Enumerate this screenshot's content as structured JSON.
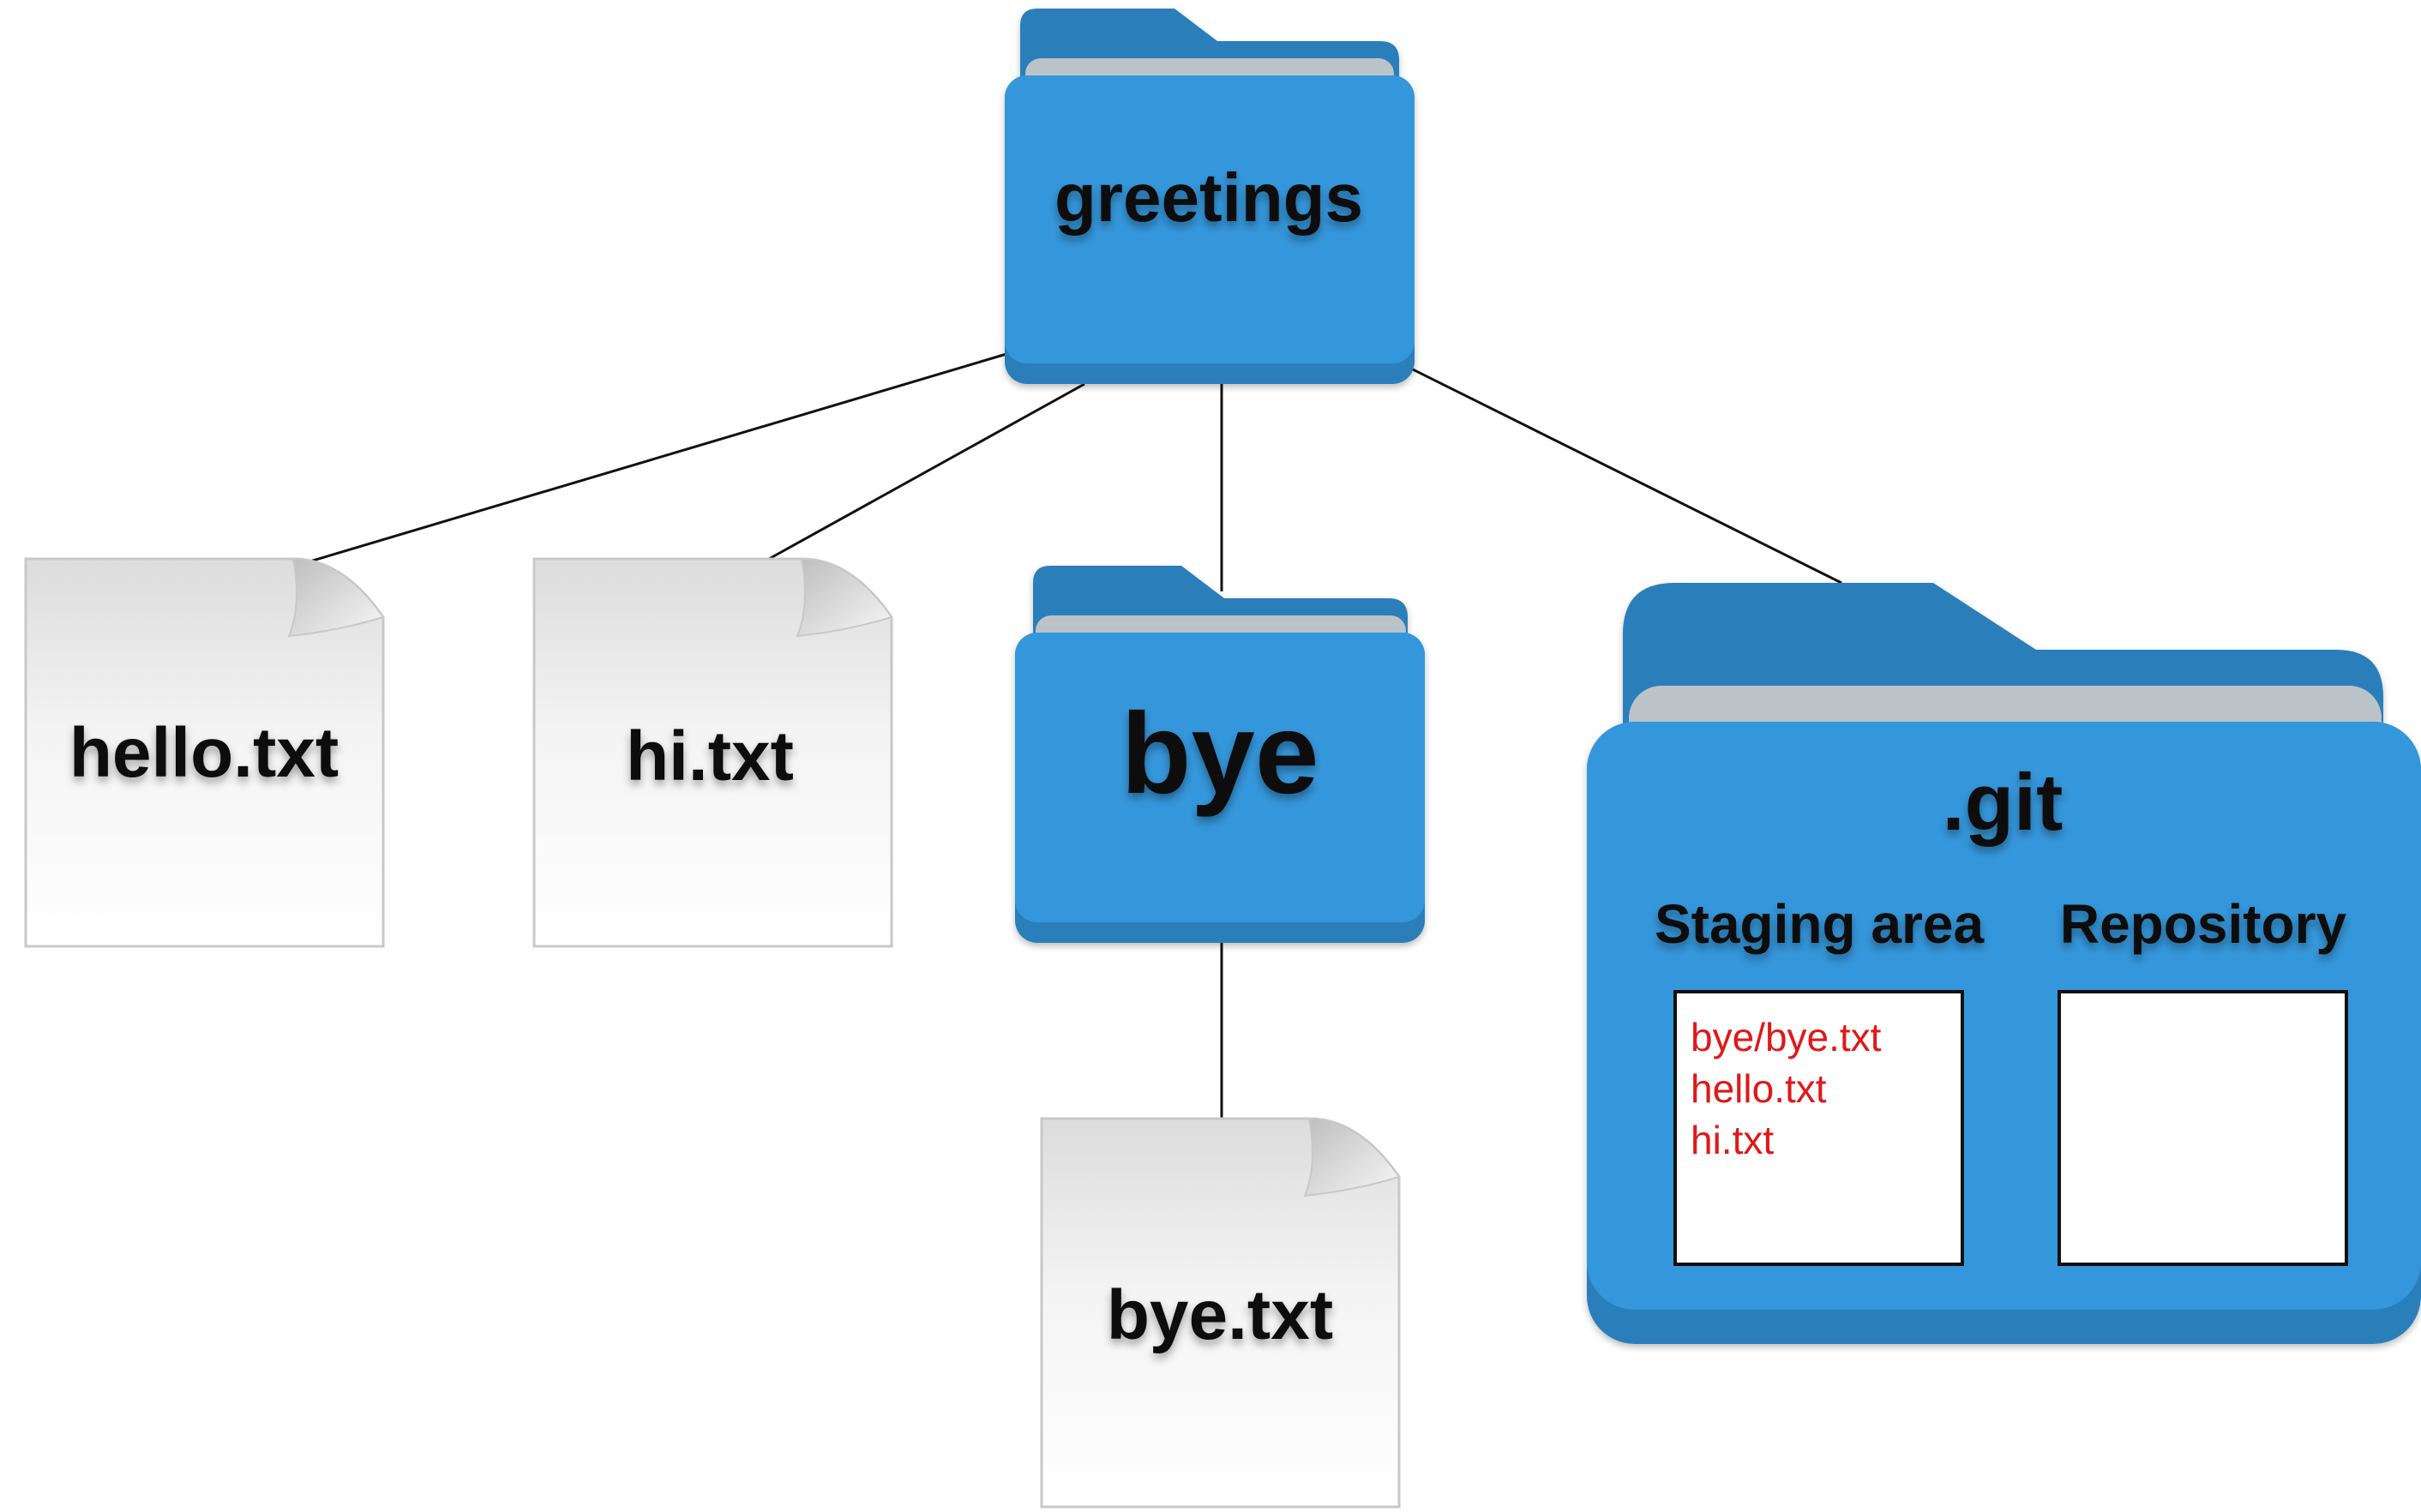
{
  "root_folder": {
    "label": "greetings"
  },
  "files": {
    "hello": "hello.txt",
    "hi": "hi.txt",
    "bye_txt": "bye.txt"
  },
  "subfolder": {
    "label": "bye"
  },
  "git_folder": {
    "label": ".git",
    "staging": {
      "title": "Staging area",
      "items": [
        "bye/bye.txt",
        "hello.txt",
        "hi.txt"
      ]
    },
    "repository": {
      "title": "Repository",
      "items": []
    }
  },
  "colors": {
    "folder_front": "#3597db",
    "folder_back": "#2a7fbb",
    "folder_paper": "#bcc3c8",
    "staged_text": "#e01818",
    "doc_fill": "#f5f5f5",
    "line": "#111111"
  },
  "icons": {
    "folder": "folder-icon",
    "file": "document-icon"
  }
}
